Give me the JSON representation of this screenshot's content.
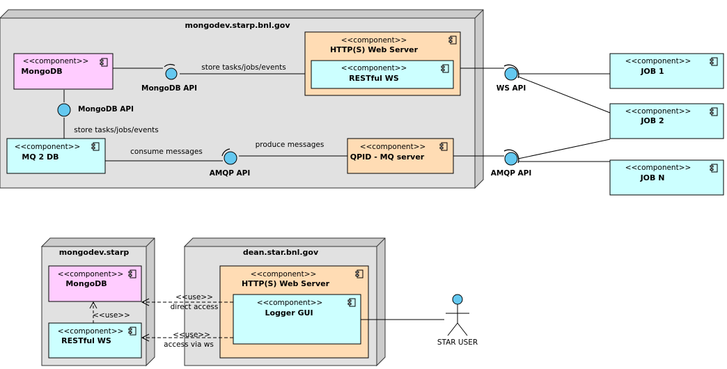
{
  "colors": {
    "node_fill": "#e1e1e1",
    "node_side": "#cccccc",
    "component_cyan": "#ccffff",
    "component_pink": "#ffccff",
    "component_orange": "#ffdcb4",
    "interface_fill": "#64c8f0"
  },
  "top": {
    "node_title": "mongodev.starp.bnl.gov",
    "mongodb": {
      "stereotype": "<<component>>",
      "name": "MongoDB"
    },
    "web_server": {
      "stereotype": "<<component>>",
      "name": "HTTP(S) Web Server"
    },
    "restful_ws": {
      "stereotype": "<<component>>",
      "name": "RESTful WS"
    },
    "mq2db": {
      "stereotype": "<<component>>",
      "name": "MQ 2 DB"
    },
    "qpid": {
      "stereotype": "<<component>>",
      "name": "QPID - MQ server"
    },
    "job1": {
      "stereotype": "<<component>>",
      "name": "JOB 1"
    },
    "job2": {
      "stereotype": "<<component>>",
      "name": "JOB 2"
    },
    "jobn": {
      "stereotype": "<<component>>",
      "name": "JOB N"
    },
    "iface_mongodb_api_h": "MongoDB API",
    "iface_mongodb_api_v": "MongoDB API",
    "iface_amqp_api": "AMQP API",
    "iface_ws_api": "WS API",
    "iface_amqp_api_ext": "AMQP API",
    "label_store_1": "store tasks/jobs/events",
    "label_store_2": "store tasks/jobs/events",
    "label_consume": "consume messages",
    "label_produce": "produce messages"
  },
  "bottom": {
    "node_left_title": "mongodev.starp",
    "node_right_title": "dean.star.bnl.gov",
    "mongodb": {
      "stereotype": "<<component>>",
      "name": "MongoDB"
    },
    "restful_ws": {
      "stereotype": "<<component>>",
      "name": "RESTful WS"
    },
    "web_server": {
      "stereotype": "<<component>>",
      "name": "HTTP(S) Web Server"
    },
    "logger_gui": {
      "stereotype": "<<component>>",
      "name": "Logger GUI"
    },
    "use_label_1": "<<use>>",
    "use_label_2": "<<use>>",
    "use_label_3": "<<use>>",
    "direct_access": "direct access",
    "access_via_ws": "access via ws",
    "actor": "STAR USER"
  }
}
